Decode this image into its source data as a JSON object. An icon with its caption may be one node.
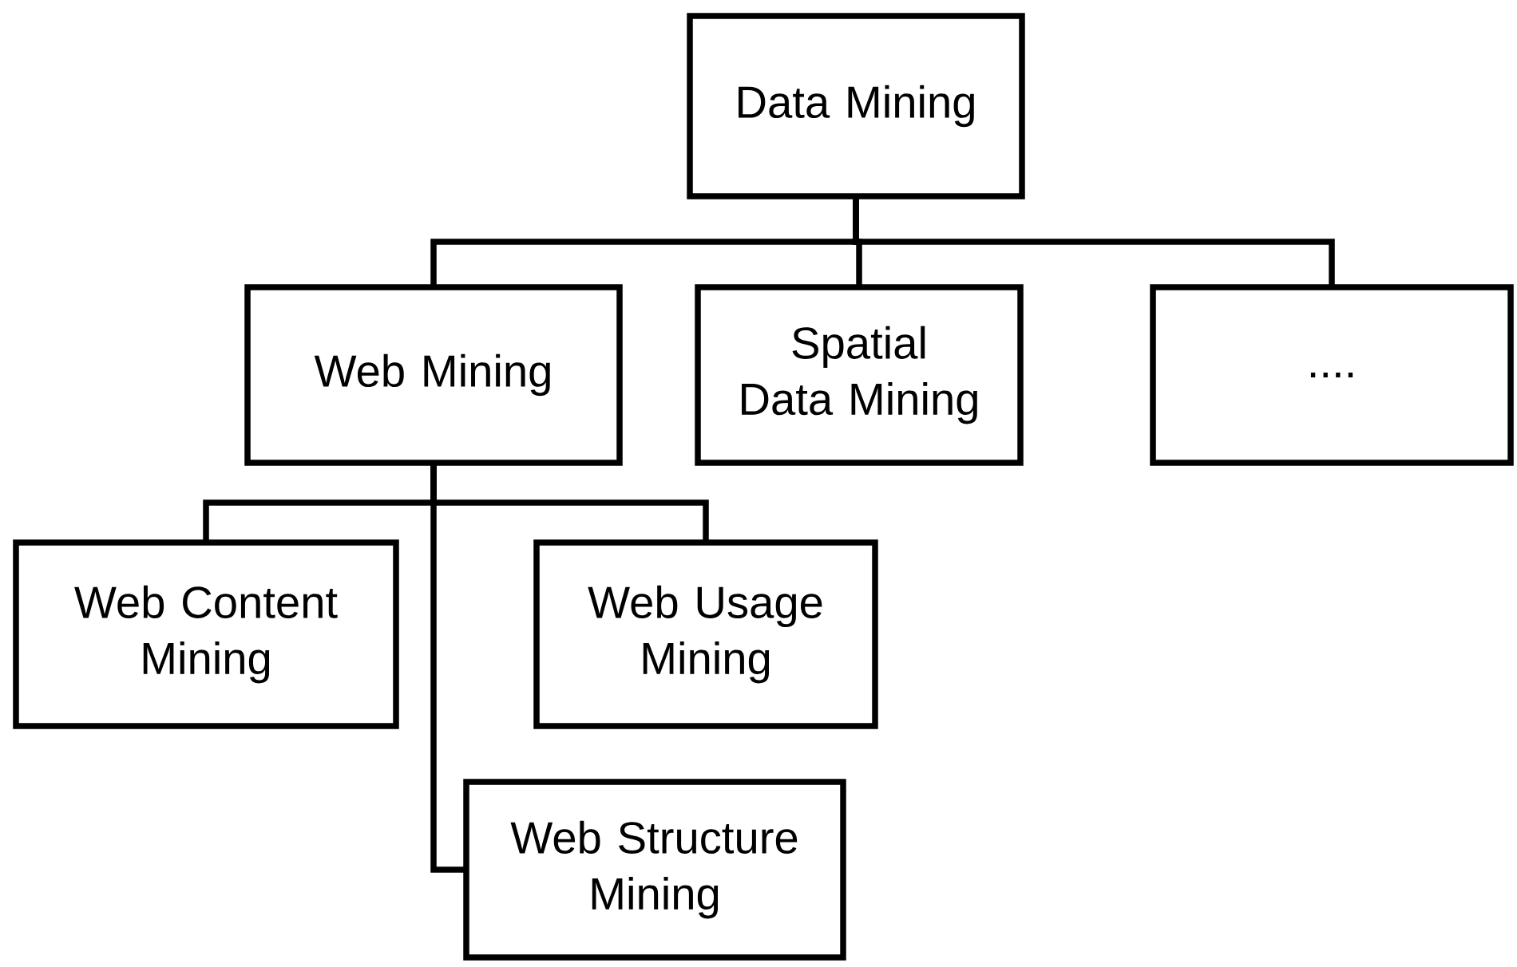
{
  "diagram": {
    "nodes": [
      {
        "text": [
          "Data Mining"
        ]
      },
      {
        "text": [
          "Web Mining"
        ]
      },
      {
        "text": [
          "Spatial Data Mining"
        ]
      },
      {
        "text": [
          "...."
        ]
      },
      {
        "text": [
          "Web Content Mining"
        ]
      },
      {
        "text": [
          "Web Usage Mining"
        ]
      },
      {
        "text": [
          "Web Structure Mining"
        ]
      }
    ],
    "edges": [
      {
        "from": 0,
        "to": 1,
        "arrow": "none"
      },
      {
        "from": 0,
        "to": 2,
        "arrow": "none"
      },
      {
        "from": 0,
        "to": 3,
        "arrow": "none"
      },
      {
        "from": 1,
        "to": 4,
        "arrow": "none"
      },
      {
        "from": 1,
        "to": 5,
        "arrow": "none"
      },
      {
        "from": 1,
        "to": 6,
        "arrow": "none"
      }
    ]
  }
}
